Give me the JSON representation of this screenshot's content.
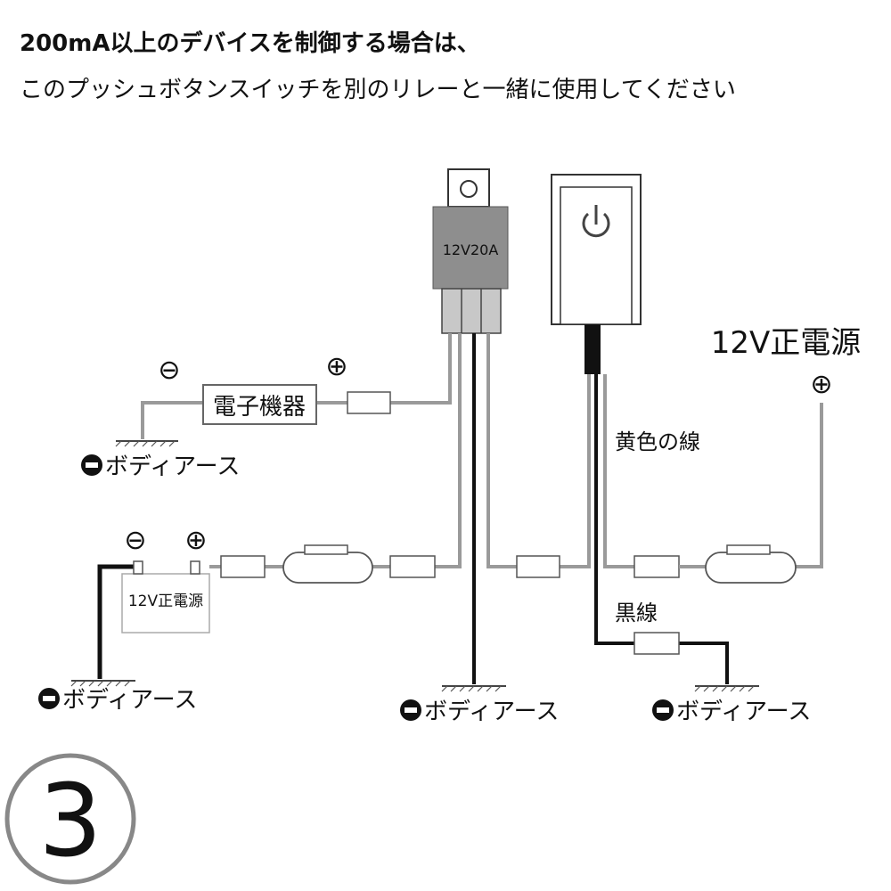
{
  "instructions": {
    "line1": "200mA以上のデバイスを制御する場合は、",
    "line2": "このプッシュボタンスイッチを別のリレーと一緒に使用してください"
  },
  "relay": {
    "rating": "12V20A"
  },
  "labels": {
    "positive_source_right": "12V正電源",
    "positive_source_battery": "12V正電源",
    "device": "電子機器",
    "yellow_wire": "黄色の線",
    "black_wire": "黒線",
    "body_ground": "ボディアース",
    "minus_sign": "⊖",
    "plus_sign": "⊕",
    "step_number": "3"
  },
  "icons": [
    "power-icon",
    "ground-symbol",
    "fuse-holder",
    "inline-fuse"
  ]
}
